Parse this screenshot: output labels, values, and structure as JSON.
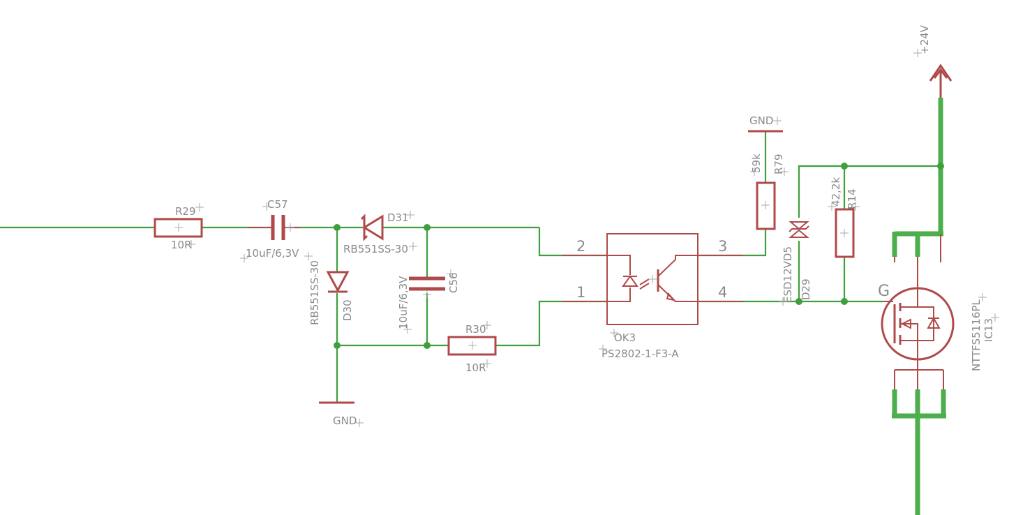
{
  "colors": {
    "wire": "#3f9f3f",
    "symbol": "#b04a4a",
    "label": "#8a8a8a",
    "background": "#ffffff"
  },
  "components": {
    "r29": {
      "name": "R29",
      "value": "10R"
    },
    "c57": {
      "name": "C57",
      "value": "10uF/6,3V"
    },
    "d31": {
      "name": "D31",
      "value": "RB551SS-30"
    },
    "d30": {
      "name": "D30",
      "value": "RB551SS-30"
    },
    "c56": {
      "name": "C56",
      "value": "10uF/6,3V"
    },
    "r30": {
      "name": "R30",
      "value": "10R"
    },
    "ok3": {
      "name": "OK3",
      "value": "PS2802-1-F3-A",
      "pins": [
        "2",
        "1",
        "3",
        "4"
      ]
    },
    "r79": {
      "name": "R79",
      "value": "59k"
    },
    "d29": {
      "name": "D29",
      "value": "ESD12VD5"
    },
    "r14": {
      "name": "R14",
      "value": "42,2k"
    },
    "ic13": {
      "name": "IC13",
      "value": "NTTFS5116PL",
      "gate_label": "G"
    }
  },
  "supplies": {
    "gnd_bottom": "GND",
    "gnd_top": "GND",
    "vcc": "+24V"
  }
}
